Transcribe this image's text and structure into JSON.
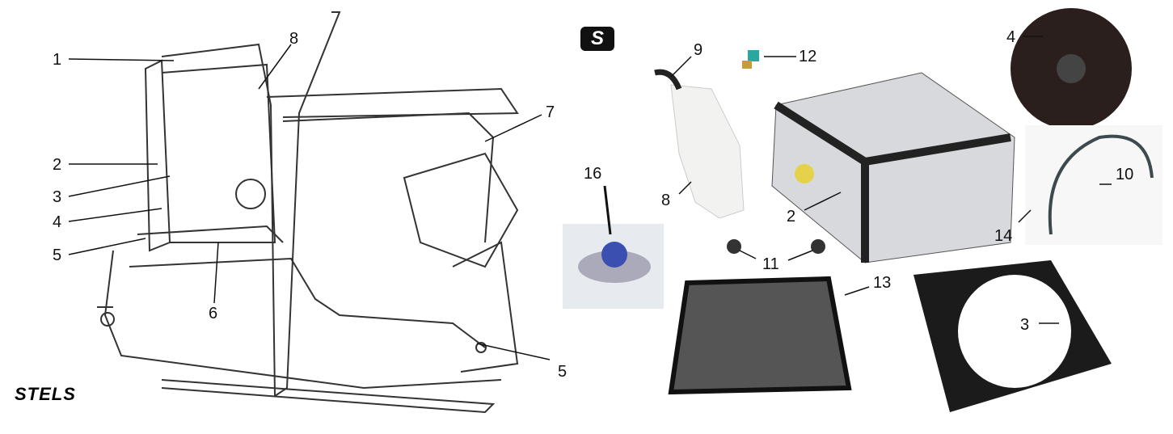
{
  "left_diagram": {
    "brand_logo": "STELS",
    "callouts": [
      "1",
      "2",
      "3",
      "4",
      "5",
      "6",
      "7",
      "8",
      "5"
    ]
  },
  "right_parts": {
    "brand_logo": "S",
    "callouts": {
      "reservoir_hose": "9",
      "temp_sensor": "12",
      "fan": "4",
      "radiator_cap": "16",
      "reservoir": "8",
      "radiator": "2",
      "hose_clamp": "10",
      "hose": "14",
      "grommets": "11",
      "grille": "13",
      "shroud": "3"
    }
  },
  "colors": {
    "line": "#222222",
    "cap_blue": "#3a4fb0",
    "sensor_teal": "#2aa7a0"
  }
}
